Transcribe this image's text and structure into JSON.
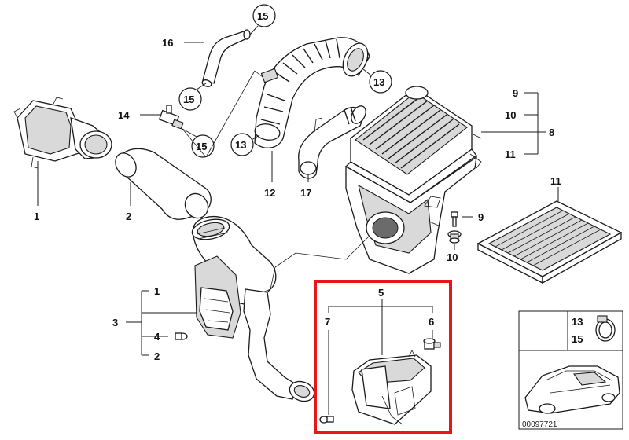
{
  "callouts": {
    "p1": "1",
    "p2": "2",
    "p3": "3",
    "p3_sub1": "1",
    "p3_sub4": "4",
    "p3_sub2": "2",
    "p5": "5",
    "p6": "6",
    "p7": "7",
    "p8": "8",
    "p8_sub9": "9",
    "p8_sub10": "10",
    "p8_sub11": "11",
    "p9": "9",
    "p10": "10",
    "p11": "11",
    "p12": "12",
    "p13a": "13",
    "p13b": "13",
    "p14": "14",
    "p15a": "15",
    "p15b": "15",
    "p15c": "15",
    "p16": "16",
    "p17": "17",
    "inset_13": "13",
    "inset_15": "15"
  },
  "diagram_id": "00097721",
  "highlight_color": "#e8161b"
}
